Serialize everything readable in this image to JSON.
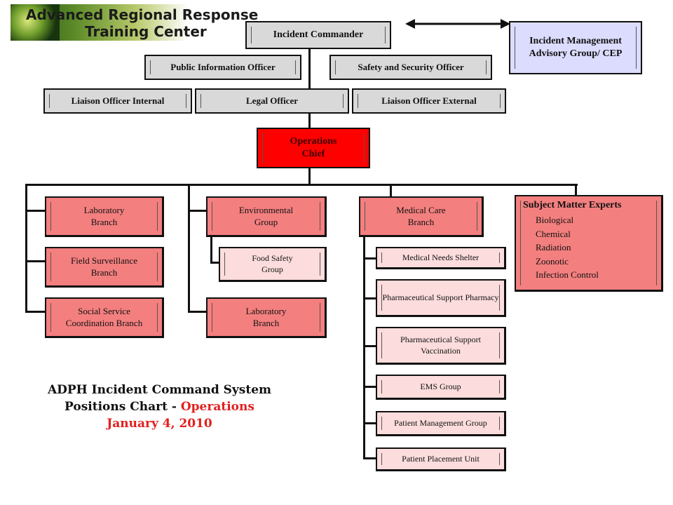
{
  "header": {
    "logo_line1": "Advanced Regional Response",
    "logo_line2": "Training Center"
  },
  "command": {
    "incident_commander": "Incident Commander",
    "advisory_group": "Incident Management Advisory Group/ CEP",
    "public_information_officer": "Public Information Officer",
    "safety_security_officer": "Safety and Security Officer",
    "liaison_internal": "Liaison Officer Internal",
    "legal_officer": "Legal Officer",
    "liaison_external": "Liaison Officer External",
    "operations_chief": "Operations Chief"
  },
  "branches": {
    "laboratory_branch": "Laboratory Branch",
    "field_surveillance_branch": "Field Surveillance Branch",
    "social_service_branch": "Social Service Coordination Branch",
    "environmental_group": "Environmental Group",
    "food_safety_group": "Food Safety Group",
    "env_laboratory_branch": "Laboratory Branch",
    "medical_care_branch": "Medical Care Branch"
  },
  "medical_units": [
    "Medical Needs Shelter",
    "Pharmaceutical Support Pharmacy",
    "Pharmaceutical Support Vaccination",
    "EMS Group",
    "Patient Management Group",
    "Patient Placement Unit"
  ],
  "sme": {
    "title": "Subject Matter Experts",
    "items": [
      "Biological",
      "Chemical",
      "Radiation",
      "Zoonotic",
      "Infection Control"
    ]
  },
  "caption": {
    "line1": "ADPH Incident Command System",
    "line2_prefix": "Positions Chart - ",
    "line2_accent": "Operations",
    "line3": "January 4, 2010"
  },
  "colors": {
    "operations_red": "#ff0000",
    "branch_pink": "#f47f7f",
    "unit_light_pink": "#fcdcdc",
    "advisory_lavender": "#dcdcff",
    "command_gray": "#d9d9d9",
    "caption_red": "#e02020"
  }
}
